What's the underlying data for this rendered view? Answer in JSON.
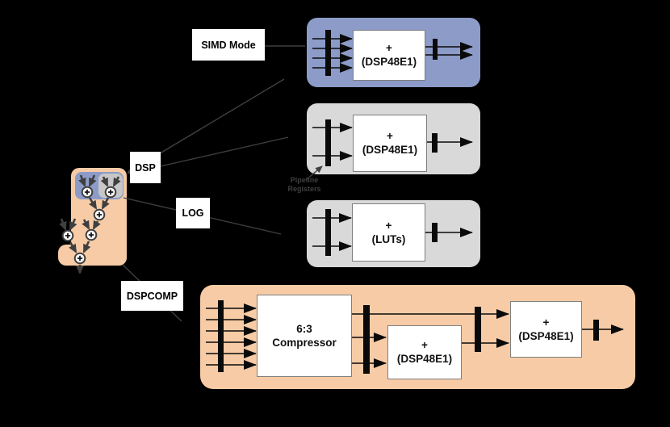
{
  "figure": {
    "labels": {
      "simd_mode": "SIMD Mode",
      "dsp": "DSP",
      "log": "LOG",
      "dspcomp": "DSPCOMP",
      "pipeline_registers_line1": "Pipeline",
      "pipeline_registers_line2": "Registers"
    },
    "blocks": {
      "simd": {
        "op": "+",
        "impl": "(DSP48E1)"
      },
      "dsp": {
        "op": "+",
        "impl": "(DSP48E1)"
      },
      "log": {
        "op": "+",
        "impl": "(LUTs)"
      },
      "dspcomp": {
        "compressor_line1": "6:3",
        "compressor_line2": "Compressor",
        "adder1_op": "+",
        "adder1_impl": "(DSP48E1)",
        "adder2_op": "+",
        "adder2_impl": "(DSP48E1)"
      }
    },
    "colors": {
      "bg": "#000000",
      "blue": "#8C9BC7",
      "gray": "#D9D9D9",
      "orange": "#F6CBA6",
      "innergray": "#C7C7C7",
      "wire": "#0a0a0a",
      "annot": "#3F3F3F"
    }
  }
}
